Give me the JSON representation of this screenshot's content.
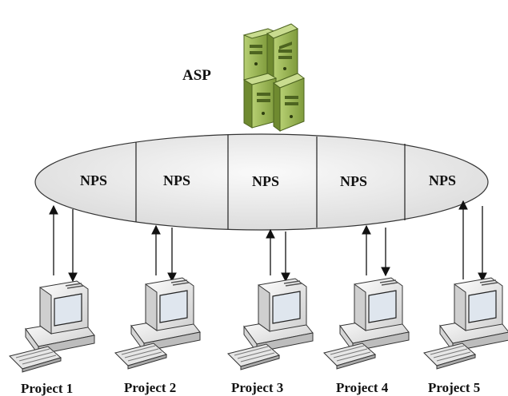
{
  "server": {
    "label": "ASP",
    "icon": "server-rack-icon"
  },
  "ring": {
    "segments": [
      "NPS",
      "NPS",
      "NPS",
      "NPS",
      "NPS"
    ]
  },
  "projects": [
    {
      "label": "Project 1",
      "icon": "workstation-icon"
    },
    {
      "label": "Project 2",
      "icon": "workstation-icon"
    },
    {
      "label": "Project 3",
      "icon": "workstation-icon"
    },
    {
      "label": "Project 4",
      "icon": "workstation-icon"
    },
    {
      "label": "Project 5",
      "icon": "workstation-icon"
    }
  ],
  "colors": {
    "server_green": "#9cb75a",
    "server_dark": "#5f7a2c",
    "ring_fill": "#eeeeee",
    "computer_fill": "#e8e8e8"
  }
}
